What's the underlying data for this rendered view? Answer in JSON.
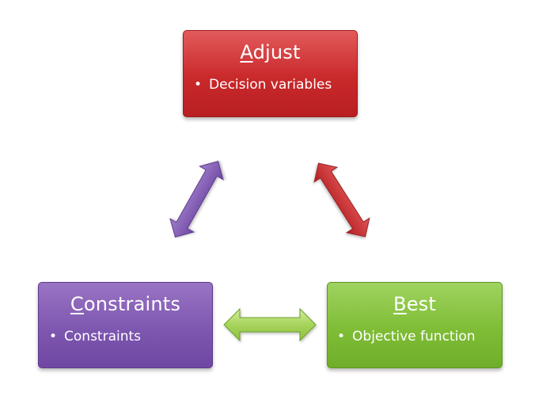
{
  "nodes": {
    "adjust": {
      "title_first": "A",
      "title_rest": "djust",
      "bullet_symbol": "•",
      "bullet_text": "Decision variables",
      "color": "#c9292b"
    },
    "constraints": {
      "title_first": "C",
      "title_rest": "onstraints",
      "bullet_symbol": "•",
      "bullet_text": "Constraints",
      "color": "#7e57b0"
    },
    "best": {
      "title_first": "B",
      "title_rest": "est",
      "bullet_symbol": "•",
      "bullet_text": "Objective function",
      "color": "#7fbd36"
    }
  },
  "edges": [
    {
      "from": "adjust",
      "to": "constraints",
      "type": "bidirectional-arrow",
      "color": "#7e57b0"
    },
    {
      "from": "adjust",
      "to": "best",
      "type": "bidirectional-arrow",
      "color": "#c9292b"
    },
    {
      "from": "constraints",
      "to": "best",
      "type": "bidirectional-arrow",
      "color": "#7fbd36"
    }
  ]
}
